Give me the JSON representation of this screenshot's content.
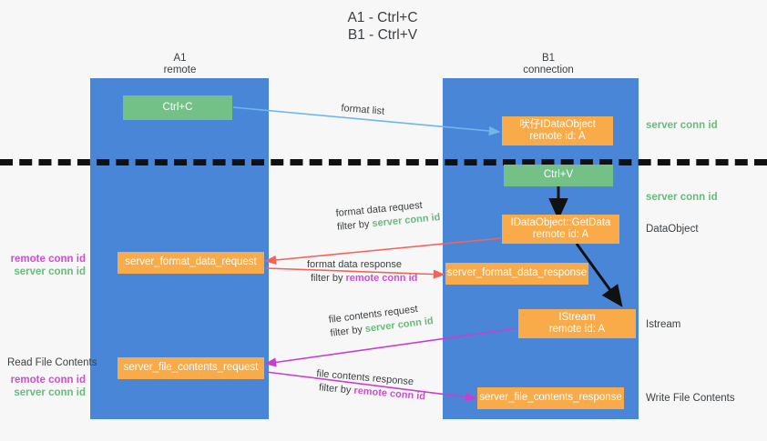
{
  "title": {
    "line1": "A1 - Ctrl+C",
    "line2": "B1 - Ctrl+V"
  },
  "columns": [
    {
      "name": "A1",
      "role": "remote"
    },
    {
      "name": "B1",
      "role": "connection"
    }
  ],
  "nodes": {
    "ctrl_c": "Ctrl+C",
    "ctrl_v": "Ctrl+V",
    "idataobject_title": "吠仔IDataObject",
    "idataobject_sub": "remote id: A",
    "getdata_title": "IDataObject::GetData",
    "getdata_sub": "remote id: A",
    "istream_title": "IStream",
    "istream_sub": "remote id: A",
    "server_format_data_request": "server_format_data_request",
    "server_format_data_response": "server_format_data_response",
    "server_file_contents_request": "server_file_contents_request",
    "server_file_contents_response": "server_file_contents_response"
  },
  "right_labels": {
    "server_conn_id_top": "server conn id",
    "server_conn_id_mid": "server conn id",
    "dataobject": "DataObject",
    "istream": "Istream",
    "write_file_contents": "Write File Contents"
  },
  "left_labels": {
    "remote_conn_id_1": "remote conn id",
    "server_conn_id_1": "server conn id",
    "read_file_contents": "Read File Contents",
    "remote_conn_id_2": "remote conn id",
    "server_conn_id_2": "server conn id"
  },
  "edge_labels": {
    "format_list": "format list",
    "format_data_request": "format data request",
    "format_data_request_filter_prefix": "filter by ",
    "format_data_request_filter_key": "server conn id",
    "format_data_response": "format data response",
    "format_data_response_filter_prefix": "filter by ",
    "format_data_response_filter_key": "remote conn id",
    "file_contents_request": "file contents request",
    "file_contents_request_filter_prefix": "filter by ",
    "file_contents_request_filter_key": "server conn id",
    "file_contents_response": "file contents response",
    "file_contents_response_filter_prefix": "filter by ",
    "file_contents_response_filter_key": "remote conn id"
  },
  "colors": {
    "band": "#4a86d8",
    "orange": "#f9ab49",
    "green_node": "#74c187",
    "green_text": "#68bb7d",
    "magenta_text": "#cc4fd0",
    "light_blue_arrow": "#6fb7e8",
    "red_arrow": "#f0655a",
    "magenta_arrow": "#c83fd0",
    "black_arrow": "#111111",
    "background": "#f7f7f7"
  }
}
